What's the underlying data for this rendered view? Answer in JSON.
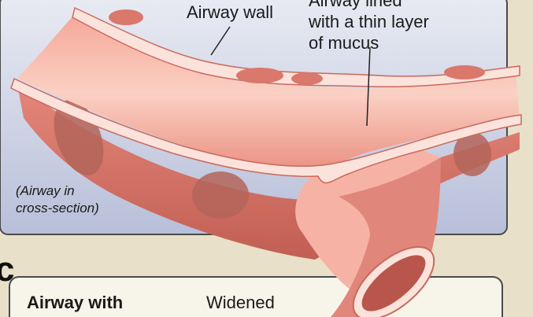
{
  "labels": {
    "airway_wall": "Airway wall",
    "lines_mucus": [
      "Airway lined",
      "with a thin layer",
      "of mucus"
    ],
    "cross_section": [
      "(Airway in",
      "cross-section)"
    ],
    "panel_letter": "c",
    "airway_with": "Airway with",
    "widened": "Widened"
  },
  "colors": {
    "background": "#e8e0c8",
    "panel_fill": "#cdd3e6",
    "panel_border": "#4a4a4a",
    "tissue_light": "#f7c2b6",
    "tissue_mid": "#ec9d8e",
    "tissue_dark": "#c9695d",
    "wall_edge": "#fbe3dc",
    "muscle_band": "#a9574c"
  }
}
